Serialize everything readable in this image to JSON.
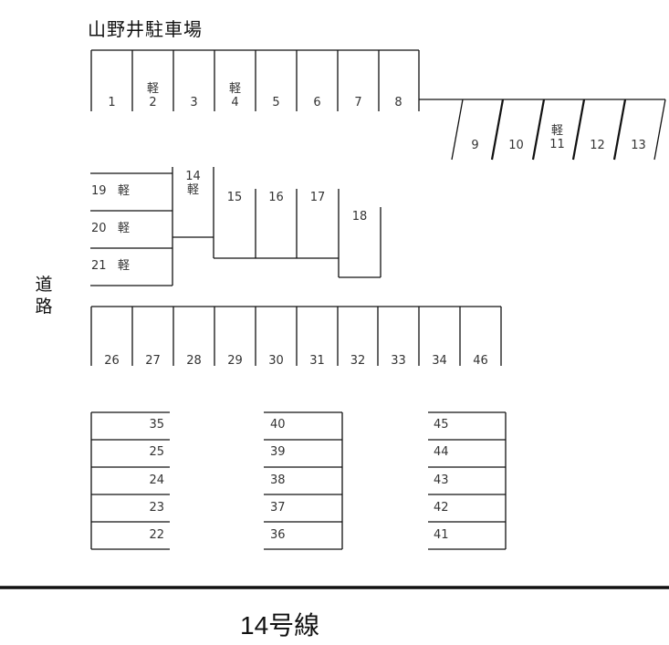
{
  "title": "山野井駐車場",
  "road_label": "道路",
  "street_label": "14号線",
  "kei_mark": "軽",
  "rows": {
    "top": [
      {
        "num": "1",
        "kei": false
      },
      {
        "num": "2",
        "kei": true
      },
      {
        "num": "3",
        "kei": false
      },
      {
        "num": "4",
        "kei": true
      },
      {
        "num": "5",
        "kei": false
      },
      {
        "num": "6",
        "kei": false
      },
      {
        "num": "7",
        "kei": false
      },
      {
        "num": "8",
        "kei": false
      }
    ],
    "slanted": [
      {
        "num": "9",
        "kei": false
      },
      {
        "num": "10",
        "kei": false
      },
      {
        "num": "11",
        "kei": true
      },
      {
        "num": "12",
        "kei": false
      },
      {
        "num": "13",
        "kei": false
      }
    ],
    "middle_left": [
      {
        "num": "19",
        "kei": true
      },
      {
        "num": "20",
        "kei": true
      },
      {
        "num": "21",
        "kei": true
      }
    ],
    "middle_14": {
      "num": "14",
      "kei": true
    },
    "middle_row": [
      {
        "num": "15"
      },
      {
        "num": "16"
      },
      {
        "num": "17"
      },
      {
        "num": "18"
      }
    ],
    "lower": [
      "26",
      "27",
      "28",
      "29",
      "30",
      "31",
      "32",
      "33",
      "34",
      "46"
    ],
    "bottom_left": [
      "35",
      "25",
      "24",
      "23",
      "22"
    ],
    "bottom_mid": [
      "40",
      "39",
      "38",
      "37",
      "36"
    ],
    "bottom_right": [
      "45",
      "44",
      "43",
      "42",
      "41"
    ]
  }
}
